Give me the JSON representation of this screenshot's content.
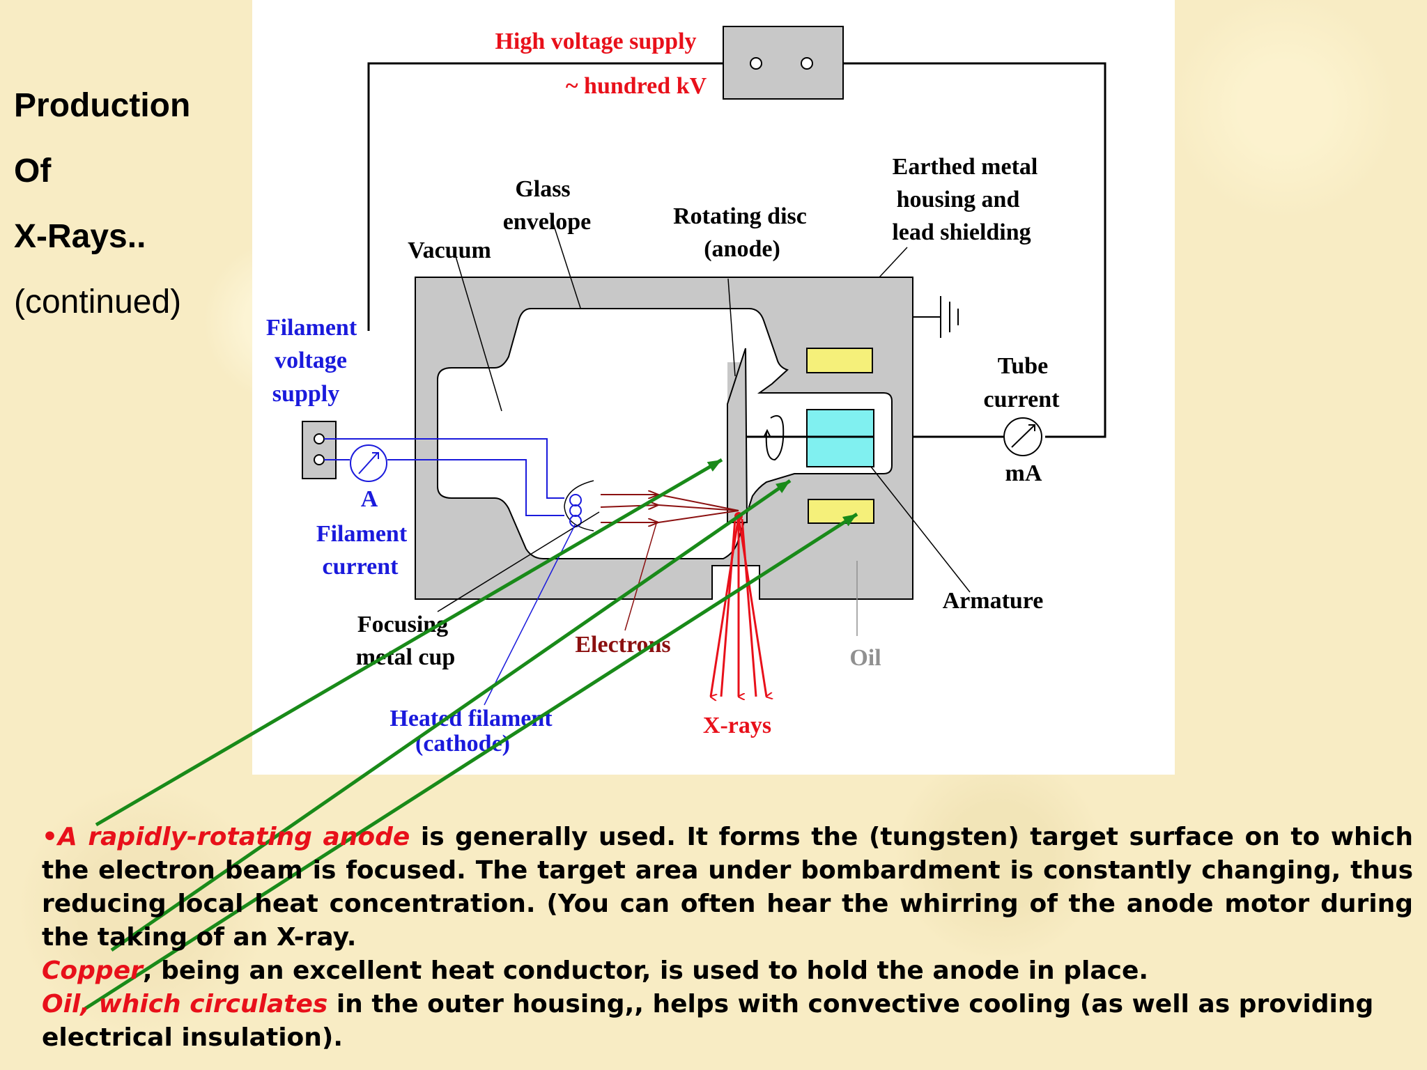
{
  "side_title": {
    "line1": "Production",
    "line2": "Of",
    "line3": "X-Rays..",
    "line4": "(continued)"
  },
  "diagram": {
    "labels": {
      "high_voltage_supply": "High voltage supply",
      "hundred_kv": "~ hundred kV",
      "earthed_metal_1": "Earthed metal",
      "earthed_metal_2": "housing and",
      "earthed_metal_3": "lead shielding",
      "glass_1": "Glass",
      "glass_2": "envelope",
      "rotating_disc_1": "Rotating disc",
      "rotating_disc_2": "(anode)",
      "vacuum": "Vacuum",
      "filament_voltage_1": "Filament",
      "filament_voltage_2": "voltage",
      "filament_voltage_3": "supply",
      "tube_current_1": "Tube",
      "tube_current_2": "current",
      "ma": "mA",
      "ammeter_a": "A",
      "filament_current_1": "Filament",
      "filament_current_2": "current",
      "focusing_1": "Focusing",
      "focusing_2": "metal cup",
      "electrons": "Electrons",
      "oil": "Oil",
      "armature": "Armature",
      "heated_filament_1": "Heated filament",
      "heated_filament_2": "(cathode)",
      "x_rays": "X-rays"
    },
    "colors": {
      "red_label": "#e8101a",
      "blue_label": "#1a1adc",
      "dark_red_label": "#8b1010",
      "housing": "#c8c8c8",
      "coil_yellow": "#f5f07a",
      "core_cyan": "#80f0f0",
      "pointer_green": "#198a19",
      "oil_label": "#909090"
    }
  },
  "body": {
    "p1_red": "•A rapidly-rotating anode",
    "p1_rest": " is generally used. It forms the (tungsten) target surface  on to which the electron beam is focused. The target area under bombardment is constantly changing, thus reducing local heat concentration. (You can often hear the whirring of the anode motor during the taking of an X-ray.",
    "p2_red": "Copper",
    "p2_rest": ", being an excellent heat conductor, is used to hold the anode in place.",
    "p3_red": "Oil, which circulates",
    "p3_rest": " in the outer housing,, helps with convective  cooling (as well as providing electrical insulation)."
  }
}
